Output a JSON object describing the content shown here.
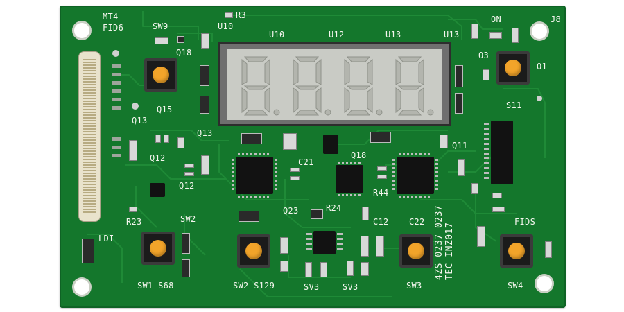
{
  "board": {
    "labels": {
      "mt4": "MT4",
      "fid6": "FID6",
      "r3": "R3",
      "u10_top": "U10",
      "sw9": "SW9",
      "q18_left": "Q18",
      "on": "ON",
      "j8": "J8",
      "u10": "U10",
      "u12": "U12",
      "u13_mid": "U13",
      "u13_right": "U13",
      "o3": "O3",
      "o1": "O1",
      "q15": "Q15",
      "q13_left": "Q13",
      "s11": "S11",
      "q13_mid": "Q13",
      "q11": "Q11",
      "q12_a": "Q12",
      "q12_b": "Q12",
      "c21": "C21",
      "q18_mid": "Q18",
      "r44": "R44",
      "q23": "Q23",
      "r24": "R24",
      "r23": "R23",
      "sw2_top": "SW2",
      "c12": "C12",
      "c22": "C22",
      "fids": "FIDS",
      "ldi": "LDI",
      "sw1_s68": "SW1 S68",
      "sw2_s129": "SW2  S129",
      "sv3_a": "SV3",
      "sv3_b": "SV3",
      "sw3": "SW3",
      "sw4": "SW4",
      "serial_line1": "4ZS 0237  0237",
      "serial_line2": "TEC INZ017"
    },
    "display_digits": "8.8.8.8."
  }
}
